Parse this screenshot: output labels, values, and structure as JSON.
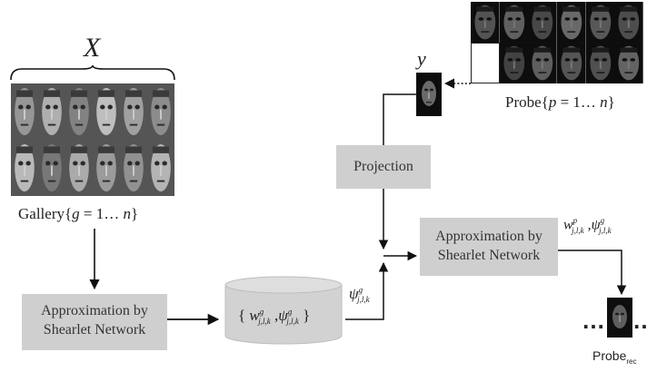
{
  "gallery_set": {
    "symbol": "X",
    "caption_prefix": "Gallery{",
    "caption_var": "g",
    "caption_mid": " = 1… ",
    "caption_n": "n",
    "caption_suffix": "}"
  },
  "probe_set": {
    "caption_prefix": "Probe{",
    "caption_var": "p",
    "caption_mid": " = 1… ",
    "caption_n": "n",
    "caption_suffix": "}"
  },
  "probe_symbol": "y",
  "projection": {
    "label": "Projection"
  },
  "approx_left": {
    "line1": "Approximation by",
    "line2": "Shearlet Network"
  },
  "approx_right": {
    "line1": "Approximation by",
    "line2": "Shearlet Network"
  },
  "database": {
    "open": "{ ",
    "w_sym": "w",
    "w_sup": "g",
    "w_sub": "j,l,k",
    "sep": " ,",
    "psi_sym": "ψ",
    "psi_sup": "g",
    "psi_sub": "j,l,k",
    "close": " }"
  },
  "psi_label": {
    "sym": "ψ",
    "sup": "g",
    "sub": "j,l,k"
  },
  "right_coeffs": {
    "w_sym": "w",
    "w_sup": "p",
    "w_sub": "j,l,k",
    "sep": " ,",
    "psi_sym": "ψ",
    "psi_sup": "g",
    "psi_sub": "j,l,k"
  },
  "ellipsis_left": "…",
  "ellipsis_right": "…",
  "probe_out": {
    "label": "Probe",
    "sub": "rec"
  }
}
